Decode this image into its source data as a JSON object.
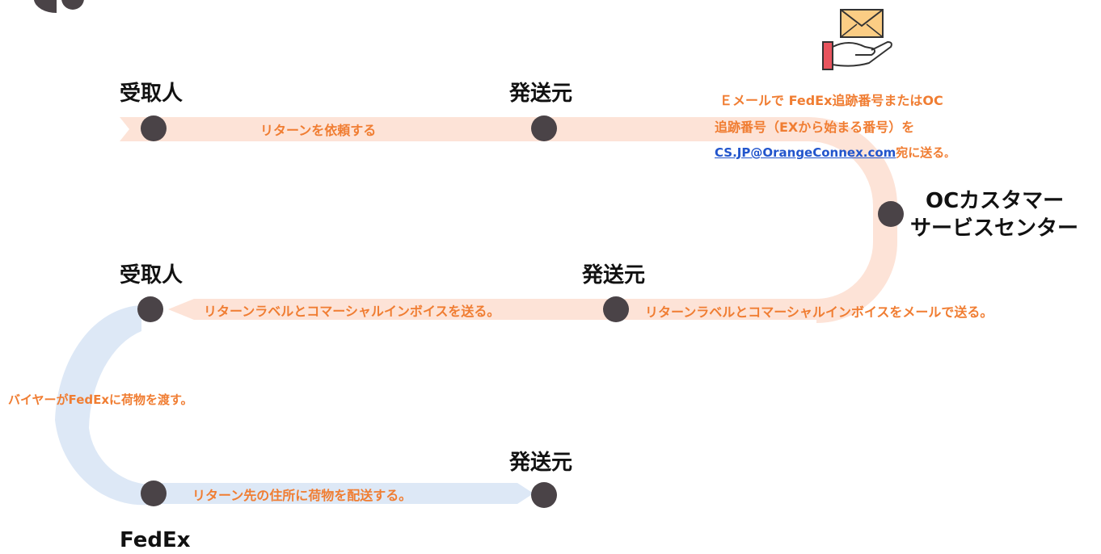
{
  "colors": {
    "flow_orange": "#fde3d7",
    "flow_blue": "#dde8f6",
    "text_orange": "#f07d32",
    "dot": "#4a4347"
  },
  "icons": {
    "corner": "decorative-circle-icon",
    "mail": "envelope-in-hand-icon"
  },
  "row1": {
    "left_title": "受取人",
    "right_title": "発送元",
    "step_label": "リターンを依頼する"
  },
  "note": {
    "line1": "Ｅメールで FedEx追跡番号またはOC",
    "line2": "追跡番号（EXから始まる番号）を",
    "email": "CS.JP@OrangeConnex.com",
    "line3_suffix": "宛に送る",
    "line3_end": "。"
  },
  "service_center": {
    "line1": "OCカスタマー",
    "line2": "サービスセンター"
  },
  "row2": {
    "left_title": "受取人",
    "mid_title": "発送元",
    "left_step": "リターンラベルとコマーシャルインボイスを送る。",
    "right_step": "リターンラベルとコマーシャルインボイスをメールで送る。"
  },
  "buyer_step": "バイヤーがFedExに荷物を渡す。",
  "row3": {
    "right_title": "発送元",
    "step_label": "リターン先の住所に荷物を配送する。",
    "left_title": "FedEx"
  }
}
